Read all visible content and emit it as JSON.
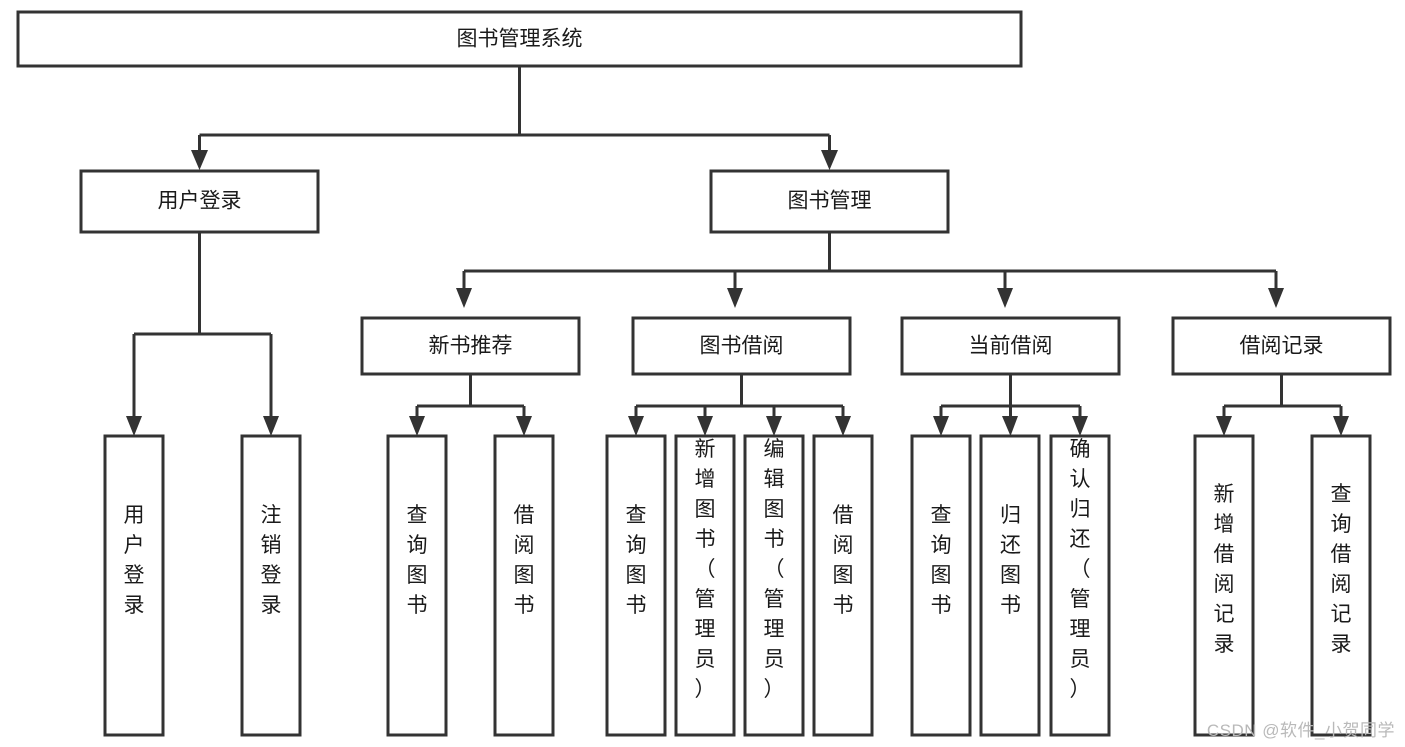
{
  "diagram": {
    "type": "hierarchy-tree",
    "title": "图书管理系统",
    "watermark": "CSDN @软件_小贺同学",
    "colors": {
      "stroke": "#333333",
      "fill": "#ffffff",
      "text": "#1a1a1a",
      "watermark": "#b9b9b9"
    },
    "levels": [
      {
        "level": 0,
        "nodes": [
          {
            "id": "root",
            "label": "图书管理系统",
            "orientation": "horizontal"
          }
        ]
      },
      {
        "level": 1,
        "nodes": [
          {
            "id": "user-login",
            "label": "用户登录",
            "orientation": "horizontal",
            "parent": "root"
          },
          {
            "id": "book-manage",
            "label": "图书管理",
            "orientation": "horizontal",
            "parent": "root"
          }
        ]
      },
      {
        "level": 2,
        "nodes": [
          {
            "id": "new-book-rec",
            "label": "新书推荐",
            "orientation": "horizontal",
            "parent": "book-manage"
          },
          {
            "id": "book-borrow",
            "label": "图书借阅",
            "orientation": "horizontal",
            "parent": "book-manage"
          },
          {
            "id": "current-borrow",
            "label": "当前借阅",
            "orientation": "horizontal",
            "parent": "book-manage"
          },
          {
            "id": "borrow-record",
            "label": "借阅记录",
            "orientation": "horizontal",
            "parent": "book-manage"
          }
        ]
      },
      {
        "level": 3,
        "nodes": [
          {
            "id": "leaf-user-login",
            "label": "用户登录",
            "orientation": "vertical",
            "parent": "user-login"
          },
          {
            "id": "leaf-logout",
            "label": "注销登录",
            "orientation": "vertical",
            "parent": "user-login"
          },
          {
            "id": "leaf-query-book-1",
            "label": "查询图书",
            "orientation": "vertical",
            "parent": "new-book-rec"
          },
          {
            "id": "leaf-borrow-book-1",
            "label": "借阅图书",
            "orientation": "vertical",
            "parent": "new-book-rec"
          },
          {
            "id": "leaf-query-book-2",
            "label": "查询图书",
            "orientation": "vertical",
            "parent": "book-borrow"
          },
          {
            "id": "leaf-add-book",
            "label": "新增图书（管理员）",
            "orientation": "vertical",
            "parent": "book-borrow"
          },
          {
            "id": "leaf-edit-book",
            "label": "编辑图书（管理员）",
            "orientation": "vertical",
            "parent": "book-borrow"
          },
          {
            "id": "leaf-borrow-book-2",
            "label": "借阅图书",
            "orientation": "vertical",
            "parent": "book-borrow"
          },
          {
            "id": "leaf-query-book-3",
            "label": "查询图书",
            "orientation": "vertical",
            "parent": "current-borrow"
          },
          {
            "id": "leaf-return-book",
            "label": "归还图书",
            "orientation": "vertical",
            "parent": "current-borrow"
          },
          {
            "id": "leaf-confirm-return",
            "label": "确认归还（管理员）",
            "orientation": "vertical",
            "parent": "current-borrow"
          },
          {
            "id": "leaf-add-record",
            "label": "新增借阅记录",
            "orientation": "vertical",
            "parent": "borrow-record"
          },
          {
            "id": "leaf-query-record",
            "label": "查询借阅记录",
            "orientation": "vertical",
            "parent": "borrow-record"
          }
        ]
      }
    ]
  }
}
